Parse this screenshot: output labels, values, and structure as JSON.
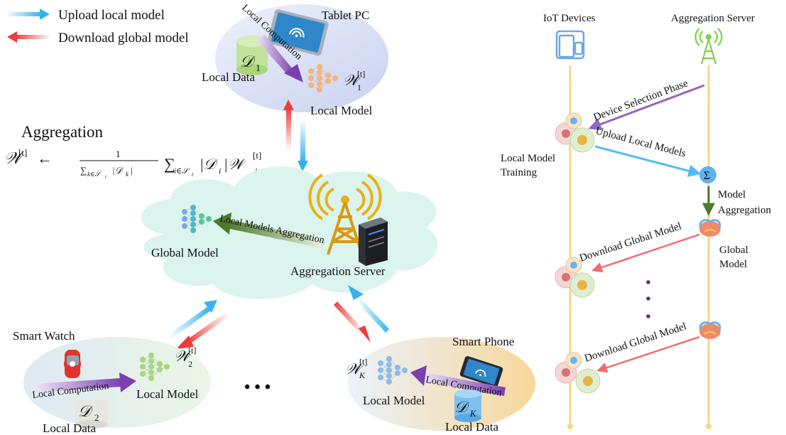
{
  "legend": {
    "upload": "Upload local model",
    "download": "Download global model",
    "upload_color": "#35b3ef",
    "download_color": "#ef3b3b"
  },
  "aggregation": {
    "title": "Aggregation",
    "formula_lhs": "𝒲",
    "formula_sup": "[t]",
    "formula_arrow": "←",
    "formula_numerator": "1",
    "formula_denominator": "∑",
    "formula_den_sub": "k∈𝒮",
    "formula_den_sub2": "t",
    "formula_den_body": "|𝒟",
    "formula_den_body_sub": "k",
    "formula_den_body_end": "|",
    "formula_sum": "∑",
    "formula_sum_sub": "i∈𝒮",
    "formula_sum_sub2": "t",
    "formula_body": "|𝒟",
    "formula_body_sub": "i",
    "formula_body_mid": "|𝒲",
    "formula_body_sup": "[t]",
    "formula_body_sub2": "i"
  },
  "tablet": {
    "title": "Tablet PC",
    "computation": "Local Computation",
    "data_label": "Local Data",
    "data_symbol": "𝒟",
    "data_sub": "1",
    "model_label": "Local Model",
    "weight_symbol": "𝒲",
    "weight_sup": "[t]",
    "weight_sub": "1",
    "color": "#dde3f6"
  },
  "server_cloud": {
    "global_model": "Global Model",
    "aggregation_label": "Local Models Aggregation",
    "server_label": "Aggregation Server",
    "color": "#d9f3ec"
  },
  "watch": {
    "title": "Smart Watch",
    "computation": "Local Computation",
    "model_label": "Local Model",
    "data_label": "Local Data",
    "data_symbol": "𝒟",
    "data_sub": "2",
    "weight_symbol": "𝒲",
    "weight_sup": "[t]",
    "weight_sub": "2",
    "color": "#e4eef7"
  },
  "dots": "• • •",
  "phone": {
    "title": "Smart Phone",
    "computation": "Local Computation",
    "model_label": "Local Model",
    "data_label": "Local Data",
    "data_symbol": "𝒟",
    "data_sub": "K",
    "weight_symbol": "𝒲",
    "weight_sup": "[t]",
    "weight_sub": "K",
    "color": "#fbe6c4"
  },
  "sequence": {
    "iot_header": "IoT Devices",
    "server_header": "Aggregation Server",
    "device_selection": "Device Selection Phase",
    "upload_models": "Upload Local Models",
    "local_training_1": "Local Model",
    "local_training_2": "Training",
    "model_agg_1": "Model",
    "model_agg_2": "Aggregation",
    "download_1": "Download Global Model",
    "global_model_1": "Global",
    "global_model_2": "Model",
    "download_2": "Download Global Model",
    "sum_symbol": "Σ",
    "lifeline_color": "#f6d48c"
  }
}
